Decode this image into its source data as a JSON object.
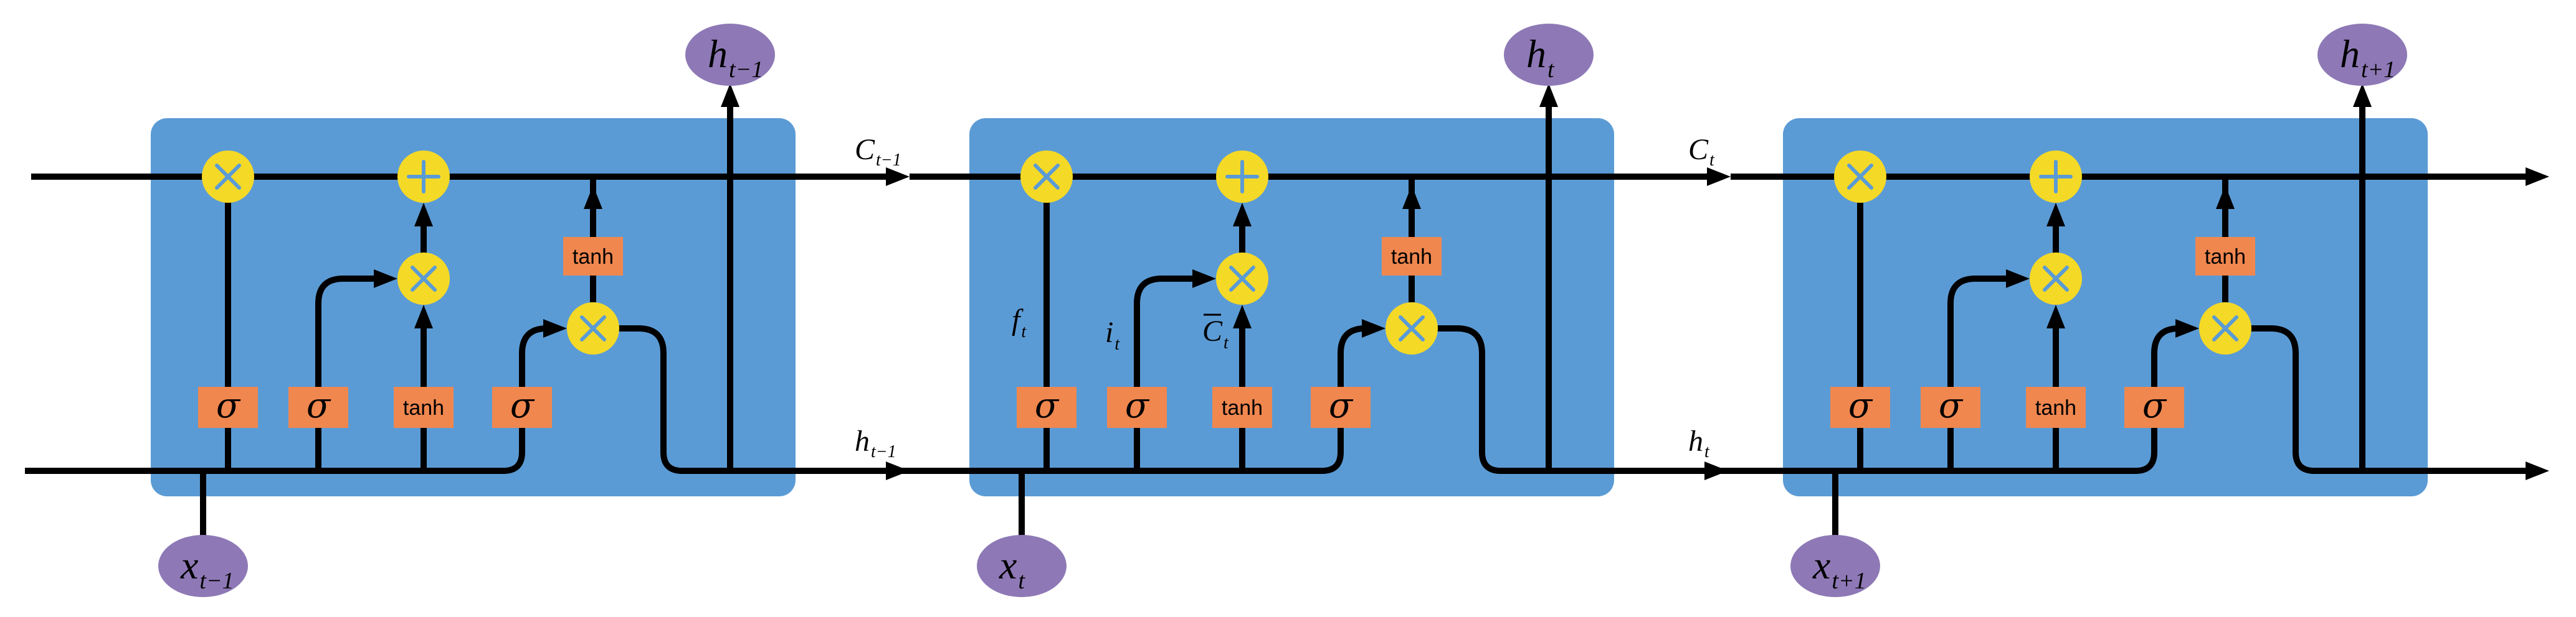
{
  "colors": {
    "cell": "#5b9bd5",
    "gate": "#f0874f",
    "operator": "#f5d927",
    "operator_symbol": "#5b9bd5",
    "io_ellipse": "#8e79b6",
    "wire": "#000000"
  },
  "gates": {
    "sigma": "σ",
    "tanh": "tanh"
  },
  "operators": {
    "multiply_icon": "multiply-icon",
    "add_icon": "add-icon"
  },
  "cells": [
    {
      "input": {
        "main": "x",
        "sub": "t−1"
      },
      "output": {
        "main": "h",
        "sub": "t−1"
      }
    },
    {
      "input": {
        "main": "x",
        "sub": "t"
      },
      "output": {
        "main": "h",
        "sub": "t"
      },
      "annotations": {
        "forget": {
          "main": "f",
          "sub": "t"
        },
        "input_gate": {
          "main": "i",
          "sub": "t"
        },
        "candidate": {
          "main": "C",
          "sub": "t"
        }
      }
    },
    {
      "input": {
        "main": "x",
        "sub": "t+1"
      },
      "output": {
        "main": "h",
        "sub": "t+1"
      }
    }
  ],
  "connections": [
    {
      "cell_state": {
        "main": "C",
        "sub": "t−1"
      },
      "hidden": {
        "main": "h",
        "sub": "t−1"
      }
    },
    {
      "cell_state": {
        "main": "C",
        "sub": "t"
      },
      "hidden": {
        "main": "h",
        "sub": "t"
      }
    }
  ]
}
